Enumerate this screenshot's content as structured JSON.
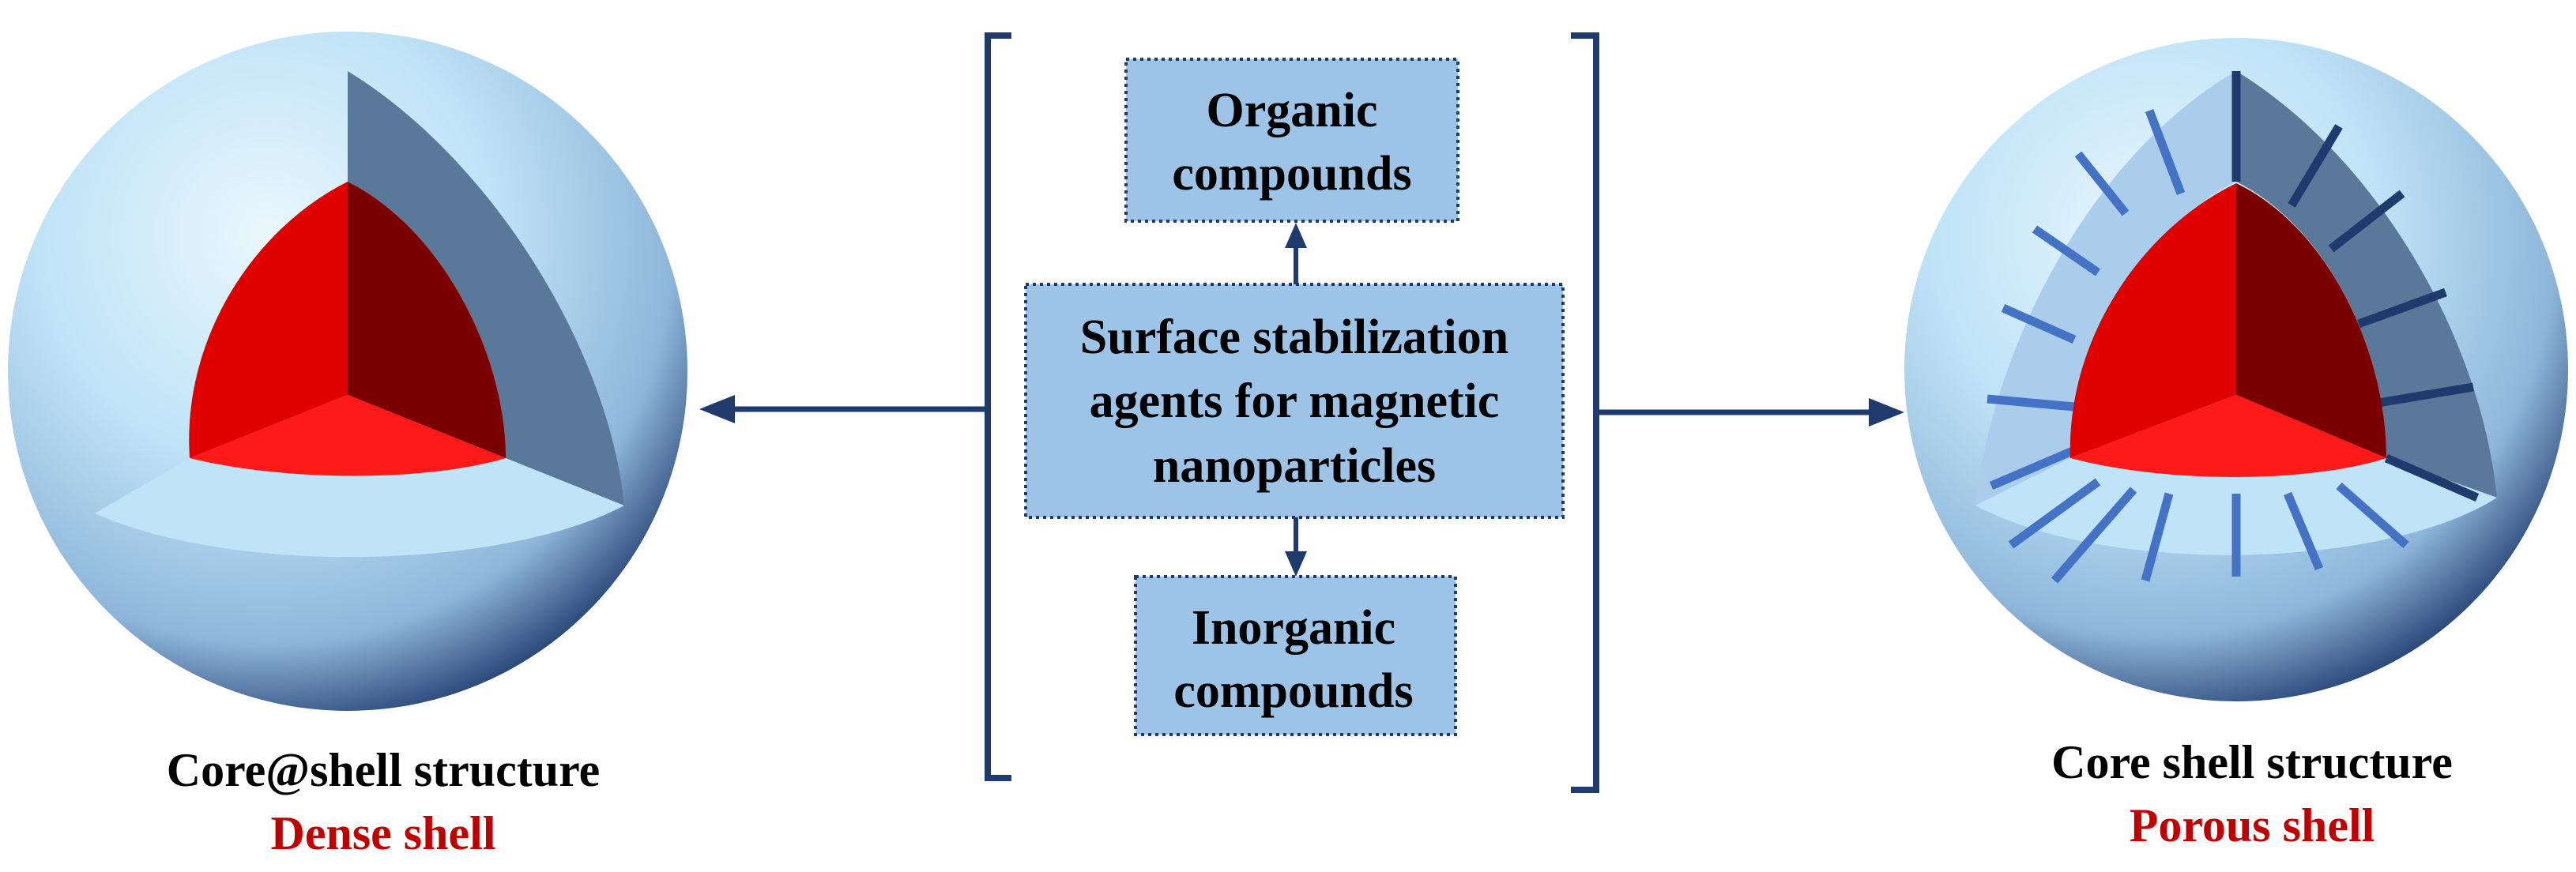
{
  "center": {
    "main_box": {
      "lines": [
        "Surface stabilization",
        "agents for magnetic",
        "nanoparticles"
      ]
    },
    "top_box": {
      "lines": [
        "Organic",
        "compounds"
      ]
    },
    "bottom_box": {
      "lines": [
        "Inorganic",
        "compounds"
      ]
    }
  },
  "left_particle": {
    "caption": "Core@shell structure",
    "subcaption": "Dense shell"
  },
  "right_particle": {
    "caption": "Core shell structure",
    "subcaption": "Porous shell"
  },
  "colors": {
    "box_fill": "#9dc3e6",
    "box_border": "#1f3b6e",
    "arrow": "#1f3b6e",
    "bracket": "#1f3b6e",
    "core_red": "#ff0000",
    "core_dark_red": "#7a0000",
    "shell_light": "#bfe3f7",
    "shell_dark": "#5d7a9c",
    "pore_light": "#4472c4",
    "pore_dark": "#1f3b6e",
    "subcaption_red": "#c00000",
    "caption_black": "#000000"
  }
}
